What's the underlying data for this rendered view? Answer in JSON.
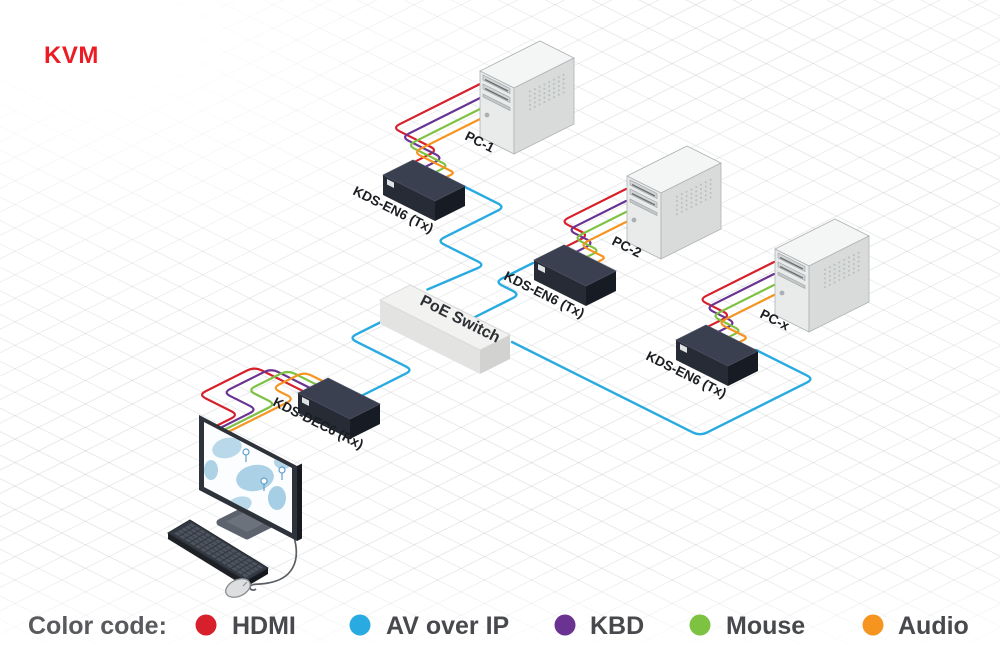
{
  "title": {
    "text": "KVM",
    "color": "#ec1c24"
  },
  "devices": {
    "pc1": {
      "label": "PC-1"
    },
    "pc2": {
      "label": "PC-2"
    },
    "pcx": {
      "label": "PC-x"
    },
    "encoder1": {
      "label": "KDS-EN6 (Tx)"
    },
    "encoder2": {
      "label": "KDS-EN6 (Tx)"
    },
    "encoder3": {
      "label": "KDS-EN6 (Tx)"
    },
    "switch": {
      "label": "PoE Switch"
    },
    "decoder": {
      "label": "KDS-DEC6 (Rx)"
    }
  },
  "legend": {
    "title": "Color code:",
    "items": [
      {
        "label": "HDMI",
        "color": "#d7202c"
      },
      {
        "label": "AV over IP",
        "color": "#29abe2"
      },
      {
        "label": "KBD",
        "color": "#6a3391"
      },
      {
        "label": "Mouse",
        "color": "#7ec242"
      },
      {
        "label": "Audio",
        "color": "#f5941f"
      }
    ]
  }
}
